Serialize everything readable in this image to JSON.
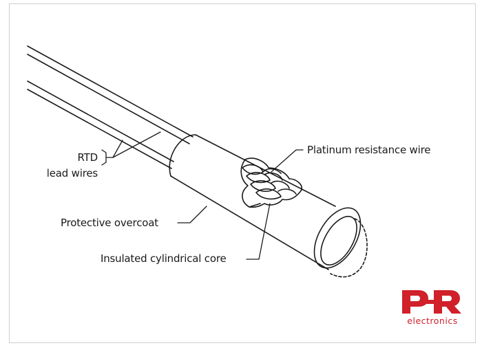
{
  "diagram": {
    "labels": {
      "rtd_lead_wires_line1": "RTD",
      "rtd_lead_wires_line2": "lead wires",
      "platinum_resistance_wire": "Platinum resistance wire",
      "protective_overcoat": "Protective overcoat",
      "insulated_cylindrical_core": "Insulated cylindrical core"
    }
  },
  "logo": {
    "mark": "PR",
    "word": "electronics",
    "color": "#d0202a"
  },
  "colors": {
    "line": "#1a1a1a",
    "frame": "#cfcfcf"
  }
}
